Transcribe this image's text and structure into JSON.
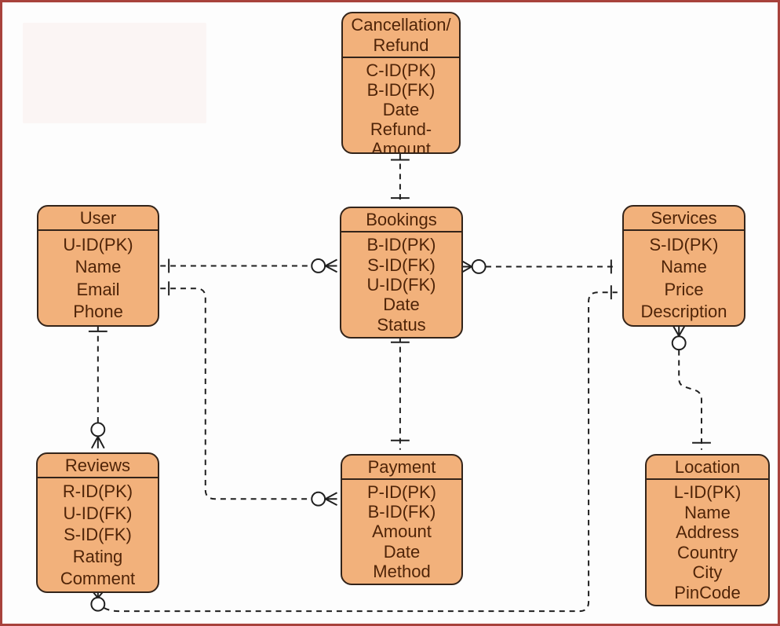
{
  "colors": {
    "entity_fill": "#f2b17b",
    "entity_border": "#33241a",
    "entity_text": "#4f2408",
    "frame_border": "#a8423c",
    "connector": "#1f1f1f"
  },
  "entities": {
    "cancellation": {
      "title": "Cancellation/Refund",
      "attributes": [
        "C-ID(PK)",
        "B-ID(FK)",
        "Date",
        "Refund-Amount"
      ]
    },
    "user": {
      "title": "User",
      "attributes": [
        "U-ID(PK)",
        "Name",
        "Email",
        "Phone"
      ]
    },
    "bookings": {
      "title": "Bookings",
      "attributes": [
        "B-ID(PK)",
        "S-ID(FK)",
        "U-ID(FK)",
        "Date",
        "Status"
      ]
    },
    "services": {
      "title": "Services",
      "attributes": [
        "S-ID(PK)",
        "Name",
        "Price",
        "Description"
      ]
    },
    "reviews": {
      "title": "Reviews",
      "attributes": [
        "R-ID(PK)",
        "U-ID(FK)",
        "S-ID(FK)",
        "Rating",
        "Comment"
      ]
    },
    "payment": {
      "title": "Payment",
      "attributes": [
        "P-ID(PK)",
        "B-ID(FK)",
        "Amount",
        "Date",
        "Method"
      ]
    },
    "location": {
      "title": "Location",
      "attributes": [
        "L-ID(PK)",
        "Name",
        "Address",
        "Country",
        "City",
        "PinCode"
      ]
    }
  },
  "relationships": [
    {
      "from": "Bookings",
      "to": "Cancellation/Refund",
      "from_cardinality": "one",
      "to_cardinality": "one"
    },
    {
      "from": "User",
      "to": "Bookings",
      "from_cardinality": "one",
      "to_cardinality": "zero-or-many"
    },
    {
      "from": "User",
      "to": "Reviews",
      "from_cardinality": "one",
      "to_cardinality": "zero-or-many"
    },
    {
      "from": "User",
      "to": "Payment",
      "from_cardinality": "one",
      "to_cardinality": "zero-or-many"
    },
    {
      "from": "Services",
      "to": "Bookings",
      "from_cardinality": "one",
      "to_cardinality": "zero-or-many"
    },
    {
      "from": "Services",
      "to": "Reviews",
      "from_cardinality": "one",
      "to_cardinality": "zero-or-many"
    },
    {
      "from": "Location",
      "to": "Services",
      "from_cardinality": "one",
      "to_cardinality": "zero-or-many"
    },
    {
      "from": "Bookings",
      "to": "Payment",
      "from_cardinality": "one",
      "to_cardinality": "one"
    }
  ]
}
